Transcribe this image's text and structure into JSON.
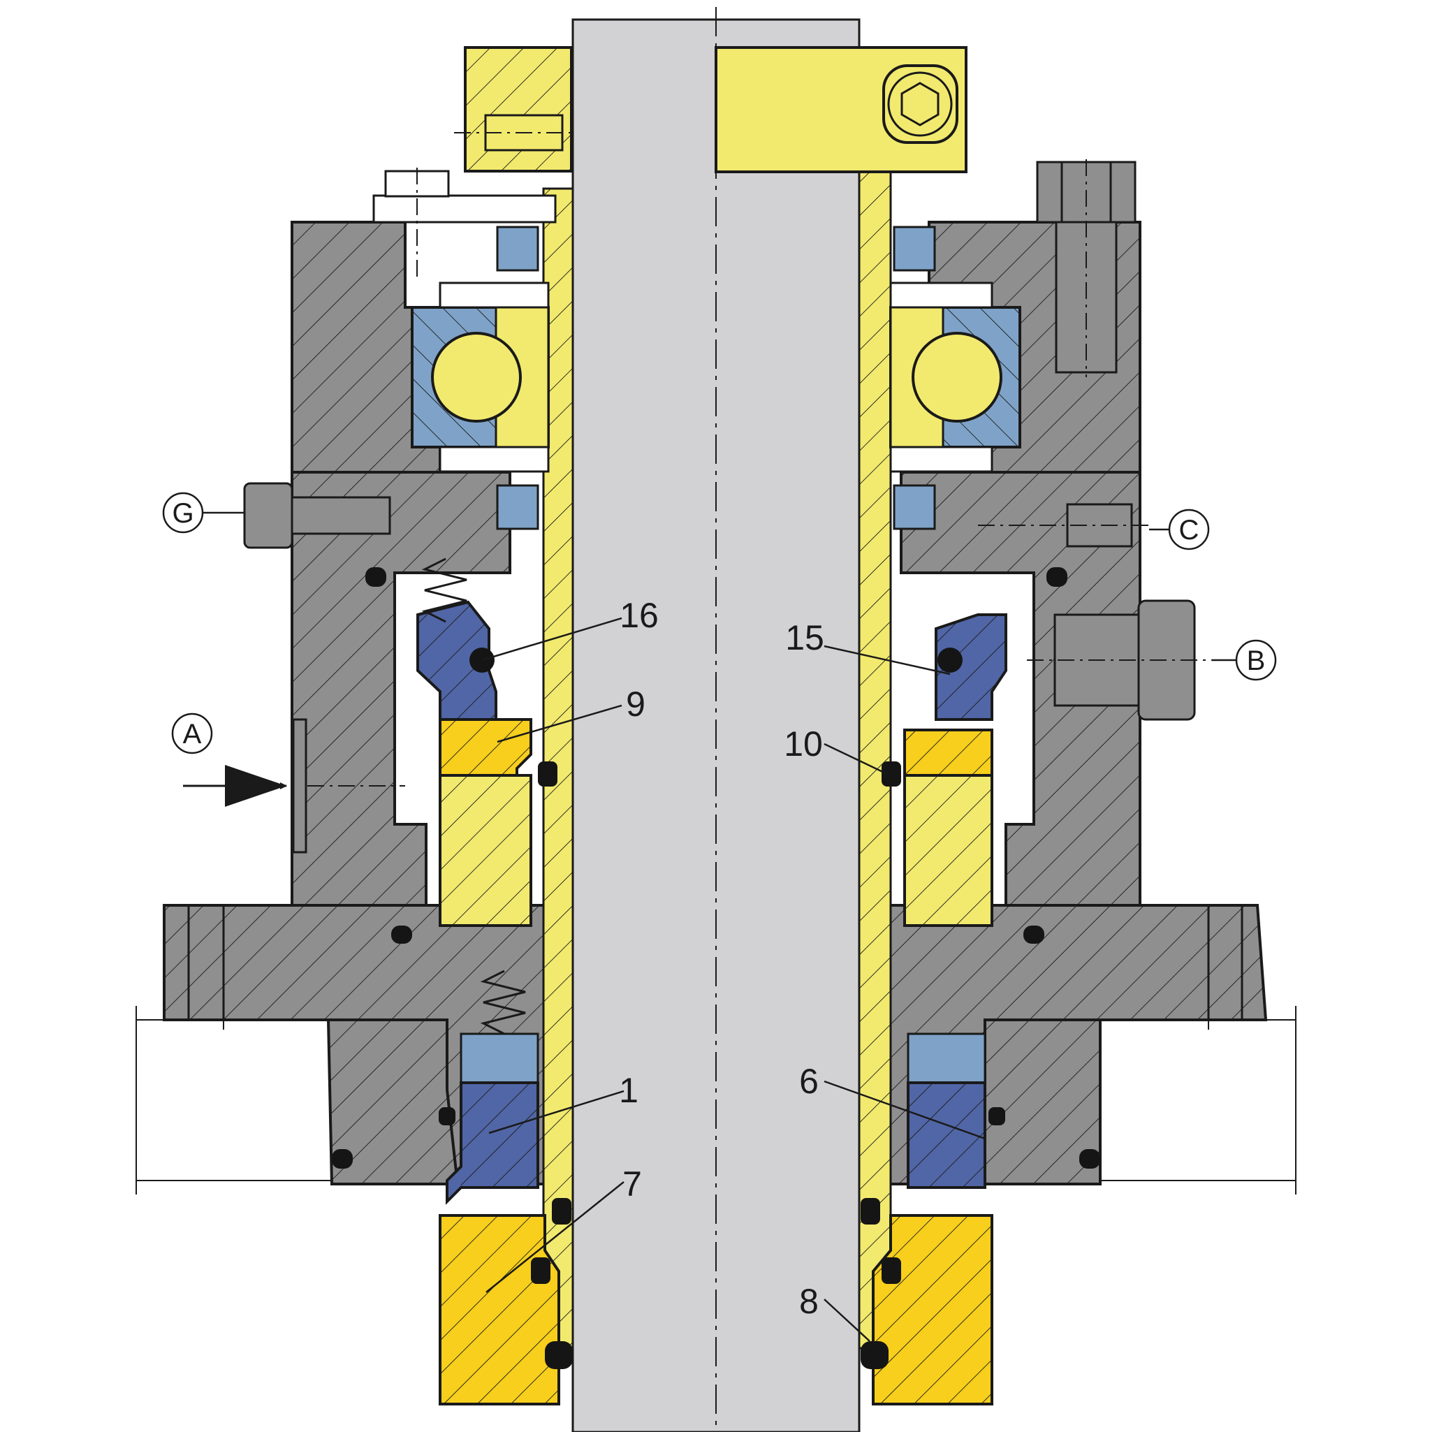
{
  "colors": {
    "housing_gray": "#8f8f8f",
    "shaft_gray": "#d2d2d4",
    "sleeve_yellow": "#f2ea6e",
    "face_gold": "#f7cf1c",
    "seal_blue": "#5166a6",
    "bearing_blue": "#7fa3c8",
    "oring_black": "#151515",
    "outline": "#1a1a1a"
  },
  "callouts": [
    {
      "id": "16",
      "label": "16"
    },
    {
      "id": "9",
      "label": "9"
    },
    {
      "id": "1",
      "label": "1"
    },
    {
      "id": "7",
      "label": "7"
    },
    {
      "id": "15",
      "label": "15"
    },
    {
      "id": "10",
      "label": "10"
    },
    {
      "id": "6",
      "label": "6"
    },
    {
      "id": "8",
      "label": "8"
    }
  ],
  "ports": [
    {
      "id": "G",
      "label": "G"
    },
    {
      "id": "A",
      "label": "A"
    },
    {
      "id": "C",
      "label": "C"
    },
    {
      "id": "B",
      "label": "B"
    }
  ]
}
